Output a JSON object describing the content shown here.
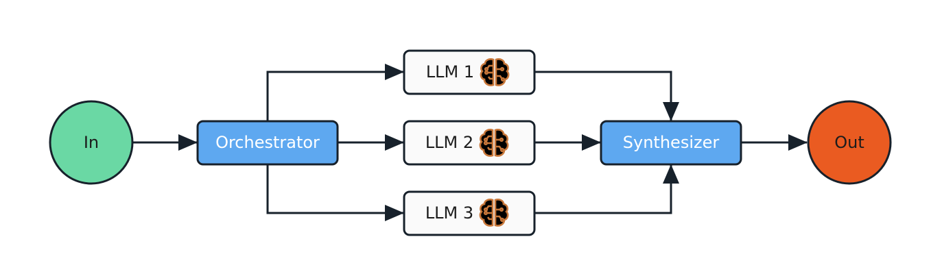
{
  "nodes": {
    "input": {
      "label": "In",
      "color": "#6ad8a4"
    },
    "orchestrator": {
      "label": "Orchestrator",
      "color": "#5ea8f0"
    },
    "llm1": {
      "label": "LLM 1",
      "icon": "brain-icon"
    },
    "llm2": {
      "label": "LLM 2",
      "icon": "brain-icon"
    },
    "llm3": {
      "label": "LLM 3",
      "icon": "brain-icon"
    },
    "synthesizer": {
      "label": "Synthesizer",
      "color": "#5ea8f0"
    },
    "output": {
      "label": "Out",
      "color": "#ea5b21"
    }
  },
  "colors": {
    "edge": "#17212b",
    "llm_box_fill": "#fafafa",
    "brain_icon": "#c8773a"
  }
}
